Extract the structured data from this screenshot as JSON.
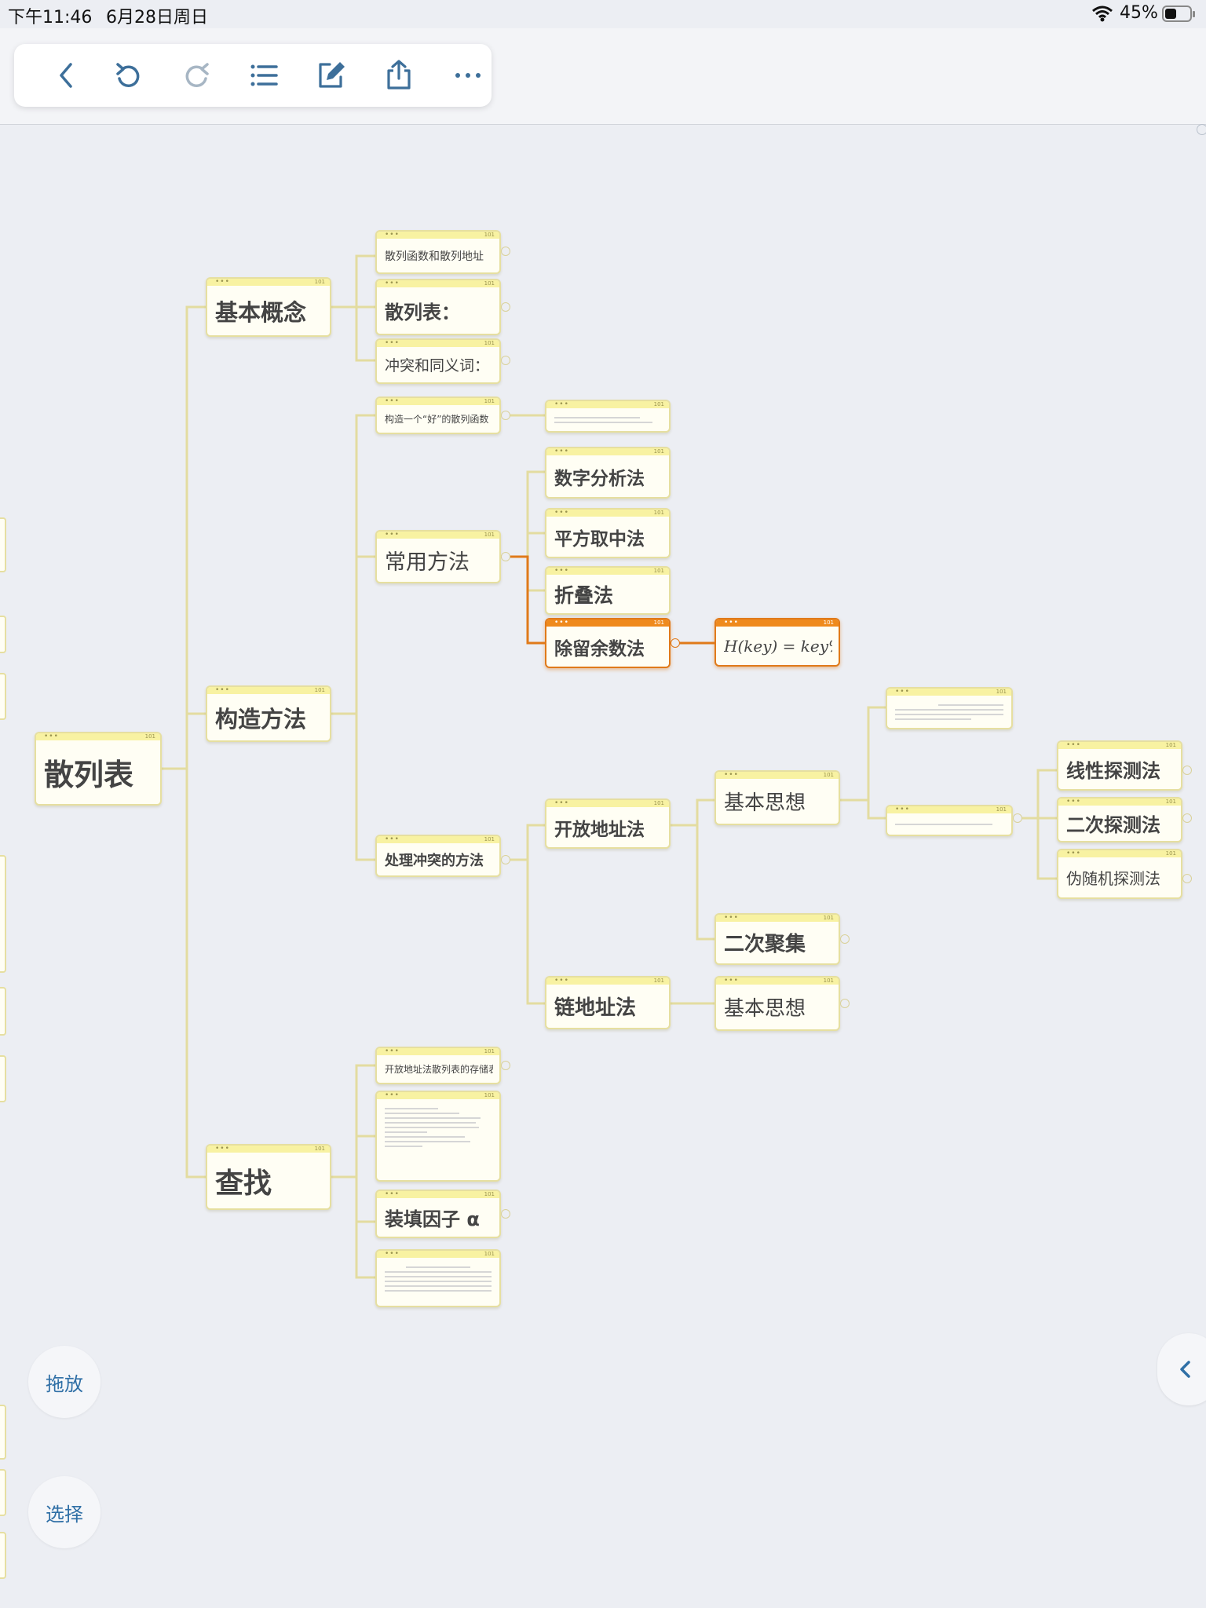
{
  "status_bar": {
    "time": "下午11:46",
    "date": "6月28日周日",
    "battery": "45%"
  },
  "toolbar": {
    "buttons": [
      {
        "name": "back-button",
        "icon": "chevron-left-icon"
      },
      {
        "name": "undo-button",
        "icon": "undo-icon"
      },
      {
        "name": "redo-button",
        "icon": "redo-icon"
      },
      {
        "name": "outline-button",
        "icon": "list-icon"
      },
      {
        "name": "edit-button",
        "icon": "edit-icon"
      },
      {
        "name": "share-button",
        "icon": "share-icon"
      },
      {
        "name": "more-button",
        "icon": "more-icon"
      }
    ]
  },
  "mindmap": {
    "root": "散列表",
    "basic_concepts": {
      "label": "基本概念",
      "children": [
        "散列函数和散列地址",
        "散列表：",
        "冲突和同义词："
      ]
    },
    "construction": {
      "label": "构造方法",
      "good_function": "构造一个“好”的散列函数",
      "common_methods": "常用方法",
      "methods": [
        "数字分析法",
        "平方取中法",
        "折叠法",
        "除留余数法"
      ],
      "division_formula": "H(key) = key%p"
    },
    "collision": {
      "label": "处理冲突的方法",
      "open_addressing": "开放地址法",
      "basic_idea": "基本思想",
      "probing": [
        "线性探测法",
        "二次探测法",
        "伪随机探测法"
      ],
      "secondary_clustering": "二次聚集",
      "chaining": "链地址法",
      "chaining_idea": "基本思想"
    },
    "search": {
      "label": "查找",
      "storage": "开放地址法散列表的存储表示",
      "load_factor": "装填因子 α"
    }
  },
  "floating": {
    "drag": "拖放",
    "select": "选择"
  },
  "colors": {
    "node_border": "#e6dfa0",
    "node_header": "#f8f2a2",
    "link": "#e3dca0",
    "selected": "#ef8a1d",
    "accent": "#2f6fa6"
  }
}
